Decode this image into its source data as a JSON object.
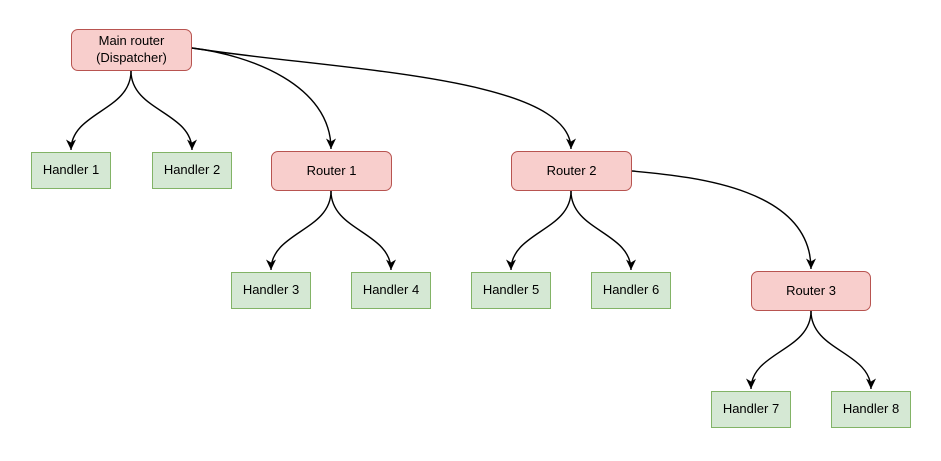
{
  "nodes": {
    "main_router": {
      "label": "Main router\n(Dispatcher)",
      "type": "router"
    },
    "handler_1": {
      "label": "Handler 1",
      "type": "handler"
    },
    "handler_2": {
      "label": "Handler 2",
      "type": "handler"
    },
    "router_1": {
      "label": "Router 1",
      "type": "router"
    },
    "router_2": {
      "label": "Router 2",
      "type": "router"
    },
    "handler_3": {
      "label": "Handler 3",
      "type": "handler"
    },
    "handler_4": {
      "label": "Handler 4",
      "type": "handler"
    },
    "handler_5": {
      "label": "Handler 5",
      "type": "handler"
    },
    "handler_6": {
      "label": "Handler 6",
      "type": "handler"
    },
    "router_3": {
      "label": "Router 3",
      "type": "router"
    },
    "handler_7": {
      "label": "Handler 7",
      "type": "handler"
    },
    "handler_8": {
      "label": "Handler 8",
      "type": "handler"
    }
  },
  "edges": [
    {
      "from": "main_router",
      "to": "handler_1"
    },
    {
      "from": "main_router",
      "to": "handler_2"
    },
    {
      "from": "main_router",
      "to": "router_1"
    },
    {
      "from": "main_router",
      "to": "router_2"
    },
    {
      "from": "router_1",
      "to": "handler_3"
    },
    {
      "from": "router_1",
      "to": "handler_4"
    },
    {
      "from": "router_2",
      "to": "handler_5"
    },
    {
      "from": "router_2",
      "to": "handler_6"
    },
    {
      "from": "router_2",
      "to": "router_3"
    },
    {
      "from": "router_3",
      "to": "handler_7"
    },
    {
      "from": "router_3",
      "to": "handler_8"
    }
  ],
  "colors": {
    "router_fill": "#f8cecc",
    "router_border": "#b85450",
    "handler_fill": "#d5e8d4",
    "handler_border": "#82b366",
    "edge_stroke": "#000000",
    "text": "#000000",
    "background": "#ffffff"
  }
}
